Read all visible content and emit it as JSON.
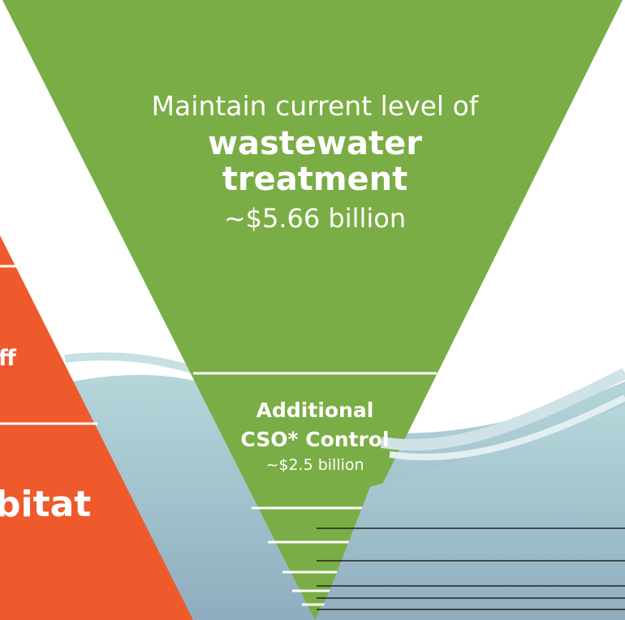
{
  "colors": {
    "green": "#7aad45",
    "orange": "#ee5a2b",
    "water_light": "#a9cdd3",
    "water_dark": "#8fb2c2",
    "line_white": "#ffffff",
    "leader_line": "#222222"
  },
  "top_tier": {
    "line1": "Maintain current level of",
    "line2": "wastewater",
    "line3": "treatment",
    "cost": "~$5.66  billion"
  },
  "second_tier": {
    "line1": "Additional",
    "line2": "CSO* Control",
    "cost": "~$2.5 billion"
  },
  "left_pyramid": {
    "fragment_upper": "ff",
    "fragment_lower": "bitat"
  }
}
